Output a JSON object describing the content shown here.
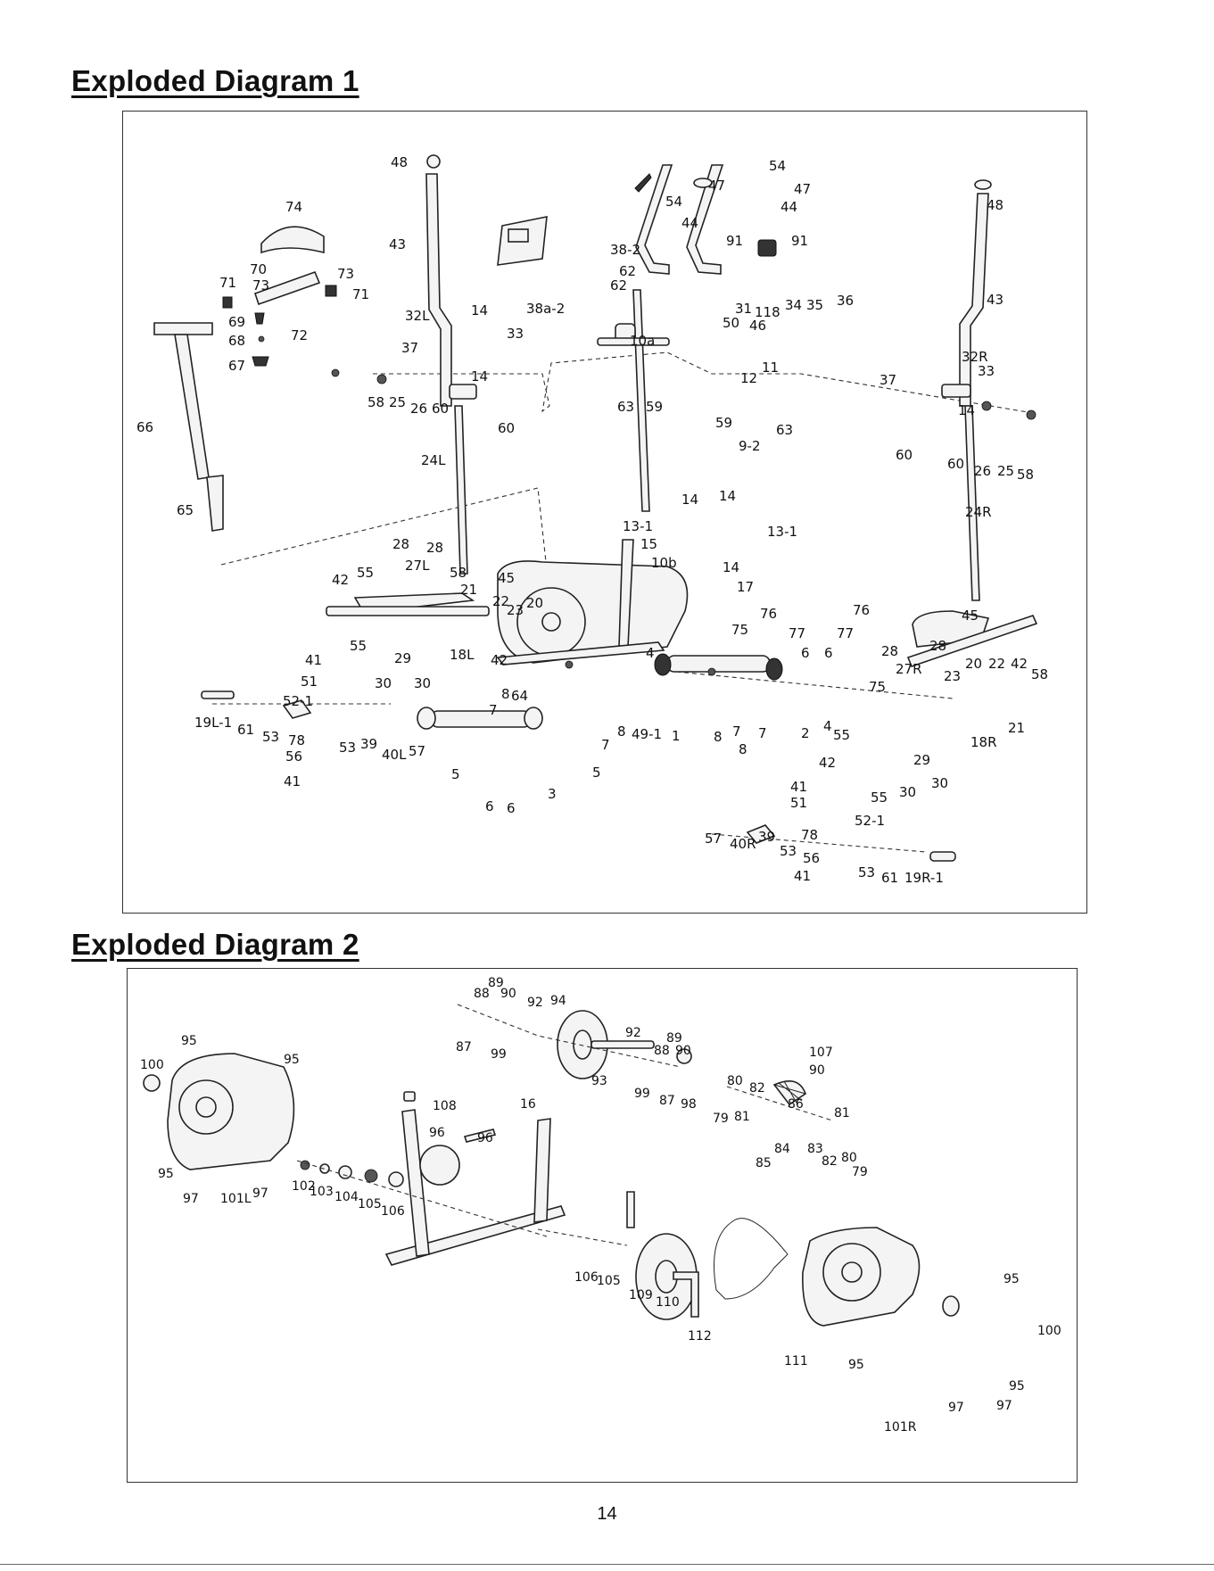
{
  "diagram1": {
    "title": "Exploded Diagram 1",
    "labels": [
      "48",
      "43",
      "74",
      "70",
      "73",
      "71",
      "73",
      "71",
      "72",
      "69",
      "68",
      "67",
      "66",
      "65",
      "32L",
      "14",
      "33",
      "37",
      "14",
      "58",
      "25",
      "26",
      "60",
      "60",
      "24L",
      "28",
      "28",
      "27L",
      "42",
      "55",
      "58",
      "21",
      "45",
      "22",
      "23",
      "20",
      "18L",
      "42",
      "64",
      "55",
      "29",
      "30",
      "30",
      "41",
      "51",
      "52-1",
      "19L-1",
      "61",
      "53",
      "78",
      "56",
      "41",
      "53",
      "39",
      "40L",
      "57",
      "8",
      "7",
      "8",
      "7",
      "49-1",
      "1",
      "5",
      "6",
      "6",
      "3",
      "5",
      "38-2",
      "62",
      "62",
      "38a-2",
      "47",
      "54",
      "54",
      "47",
      "44",
      "44",
      "91",
      "91",
      "31",
      "118",
      "34",
      "35",
      "36",
      "46",
      "50",
      "10a",
      "12",
      "11",
      "63",
      "59",
      "59",
      "63",
      "9-2",
      "14",
      "14",
      "13-1",
      "13-1",
      "15",
      "10b",
      "14",
      "17",
      "75",
      "76",
      "77",
      "76",
      "77",
      "4",
      "6",
      "6",
      "28",
      "75",
      "28",
      "27R",
      "20",
      "22",
      "42",
      "23",
      "58",
      "21",
      "18R",
      "2",
      "8",
      "7",
      "8",
      "7",
      "4",
      "55",
      "42",
      "29",
      "30",
      "55",
      "30",
      "41",
      "51",
      "52-1",
      "57",
      "40R",
      "39",
      "53",
      "78",
      "56",
      "41",
      "53",
      "61",
      "19R-1",
      "48",
      "43",
      "32R",
      "37",
      "33",
      "14",
      "60",
      "60",
      "26",
      "25",
      "58",
      "24R",
      "45"
    ]
  },
  "diagram2": {
    "title": "Exploded Diagram 2",
    "labels": [
      "89",
      "88",
      "90",
      "92",
      "94",
      "87",
      "99",
      "95",
      "95",
      "100",
      "92",
      "89",
      "88",
      "90",
      "93",
      "99",
      "87",
      "98",
      "107",
      "90",
      "80",
      "82",
      "86",
      "79",
      "81",
      "81",
      "84",
      "83",
      "82",
      "80",
      "79",
      "85",
      "108",
      "16",
      "96",
      "96",
      "95",
      "97",
      "101L",
      "97",
      "102",
      "103",
      "104",
      "105",
      "106",
      "106",
      "105",
      "109",
      "110",
      "112",
      "111",
      "95",
      "100",
      "95",
      "95",
      "97",
      "97",
      "101R"
    ]
  },
  "page_number": "14"
}
